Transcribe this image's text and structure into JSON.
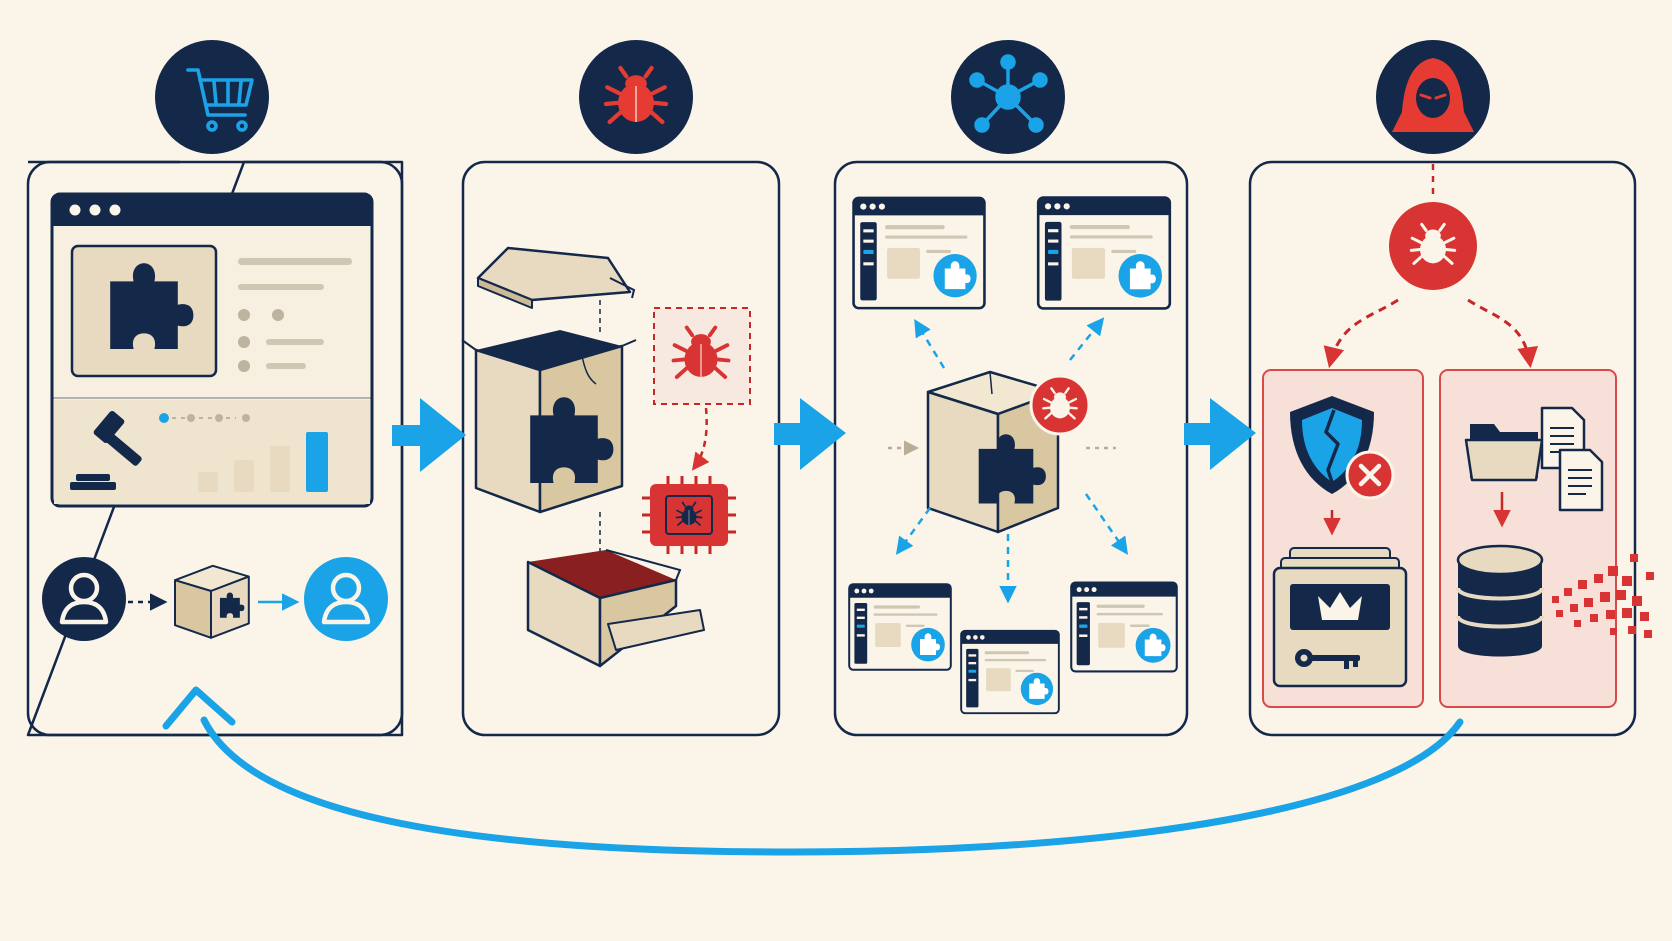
{
  "colors": {
    "background": "#fbf5e9",
    "navy": "#14284a",
    "blue": "#1aa3e6",
    "red": "#d83434",
    "tan": "#e7dac0",
    "tan_dark": "#cdbb98",
    "panel_red_fill": "#f6e0d8",
    "gray_line": "#cfc6b3"
  },
  "stages": [
    {
      "id": "marketplace",
      "badge_icon": "shopping-cart-icon"
    },
    {
      "id": "compromise",
      "badge_icon": "bug-icon"
    },
    {
      "id": "distribution",
      "badge_icon": "network-hub-icon"
    },
    {
      "id": "attack",
      "badge_icon": "hooded-hacker-icon"
    }
  ],
  "impacts": [
    {
      "id": "privilege-escalation",
      "icons": [
        "broken-shield-icon",
        "error-x-icon",
        "admin-crown-icon",
        "key-icon"
      ]
    },
    {
      "id": "data-exfiltration",
      "icons": [
        "folder-icon",
        "document-icon",
        "database-icon"
      ]
    }
  ]
}
